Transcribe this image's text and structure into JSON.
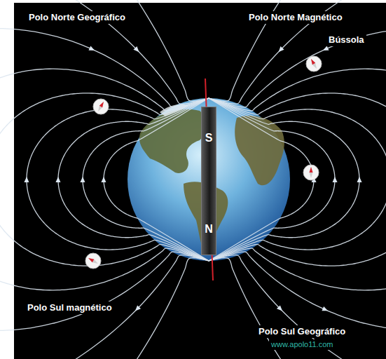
{
  "diagram": {
    "nodes": [
      {
        "text": [
          "S",
          "N"
        ]
      }
    ],
    "labels": [
      "Polo Norte Geográfico",
      "Polo Norte Magnético",
      "Bússola",
      "Polo Sul magnético",
      "Polo Sul Geográfico",
      "www.apolo11.com"
    ]
  }
}
